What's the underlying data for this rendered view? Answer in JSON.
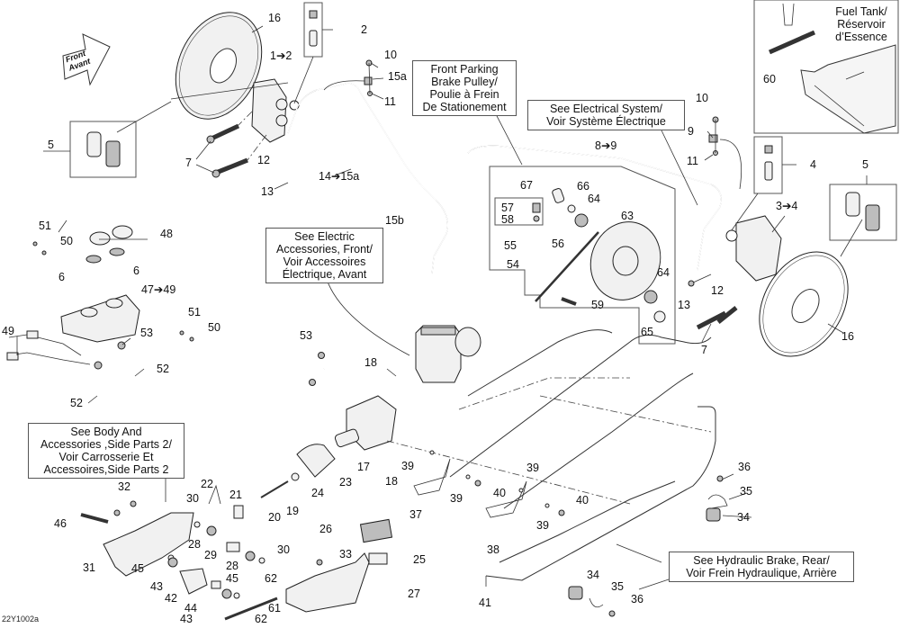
{
  "figure_id": "22Y1002a",
  "front_arrow": {
    "line1": "Front",
    "line2": "Avant"
  },
  "callouts": {
    "front_parking_brake": [
      "Front Parking",
      "Brake Pulley/",
      "Poulie à Frein",
      "De Stationement"
    ],
    "electrical_system": [
      "See Electrical System/",
      "Voir Système Électrique"
    ],
    "fuel_tank": [
      "Fuel Tank/",
      "Réservoir",
      "d’Essence"
    ],
    "electric_accessories": [
      "See Electric",
      "Accessories, Front/",
      "Voir Accessoires",
      "Électrique, Avant"
    ],
    "body_accessories": [
      "See Body And",
      "Accessories ,Side Parts 2/",
      "Voir Carrosserie Et",
      "Accessoires,Side Parts 2"
    ],
    "hydraulic_rear": [
      "See Hydraulic Brake, Rear/",
      "Voir Frein Hydraulique, Arrière"
    ]
  },
  "labels": [
    "16",
    "1➔2",
    "2",
    "10",
    "15a",
    "11",
    "5",
    "7",
    "12",
    "13",
    "14➔15a",
    "60",
    "10",
    "9",
    "11",
    "8➔9",
    "4",
    "3➔4",
    "5",
    "67",
    "66",
    "64",
    "57",
    "58",
    "63",
    "56",
    "55",
    "54",
    "59",
    "64",
    "65",
    "13",
    "12",
    "7",
    "16",
    "15b",
    "51",
    "50",
    "48",
    "6",
    "6",
    "47➔49",
    "51",
    "50",
    "49",
    "53",
    "52",
    "52",
    "53",
    "18",
    "17",
    "18",
    "39",
    "39",
    "39",
    "40",
    "39",
    "40",
    "37",
    "38",
    "23",
    "24",
    "19",
    "22",
    "21",
    "20",
    "32",
    "46",
    "30",
    "28",
    "29",
    "28",
    "30",
    "31",
    "45",
    "43",
    "42",
    "44",
    "45",
    "43",
    "62",
    "61",
    "62",
    "26",
    "25",
    "33",
    "27",
    "36",
    "35",
    "34",
    "34",
    "35",
    "36",
    "41"
  ]
}
